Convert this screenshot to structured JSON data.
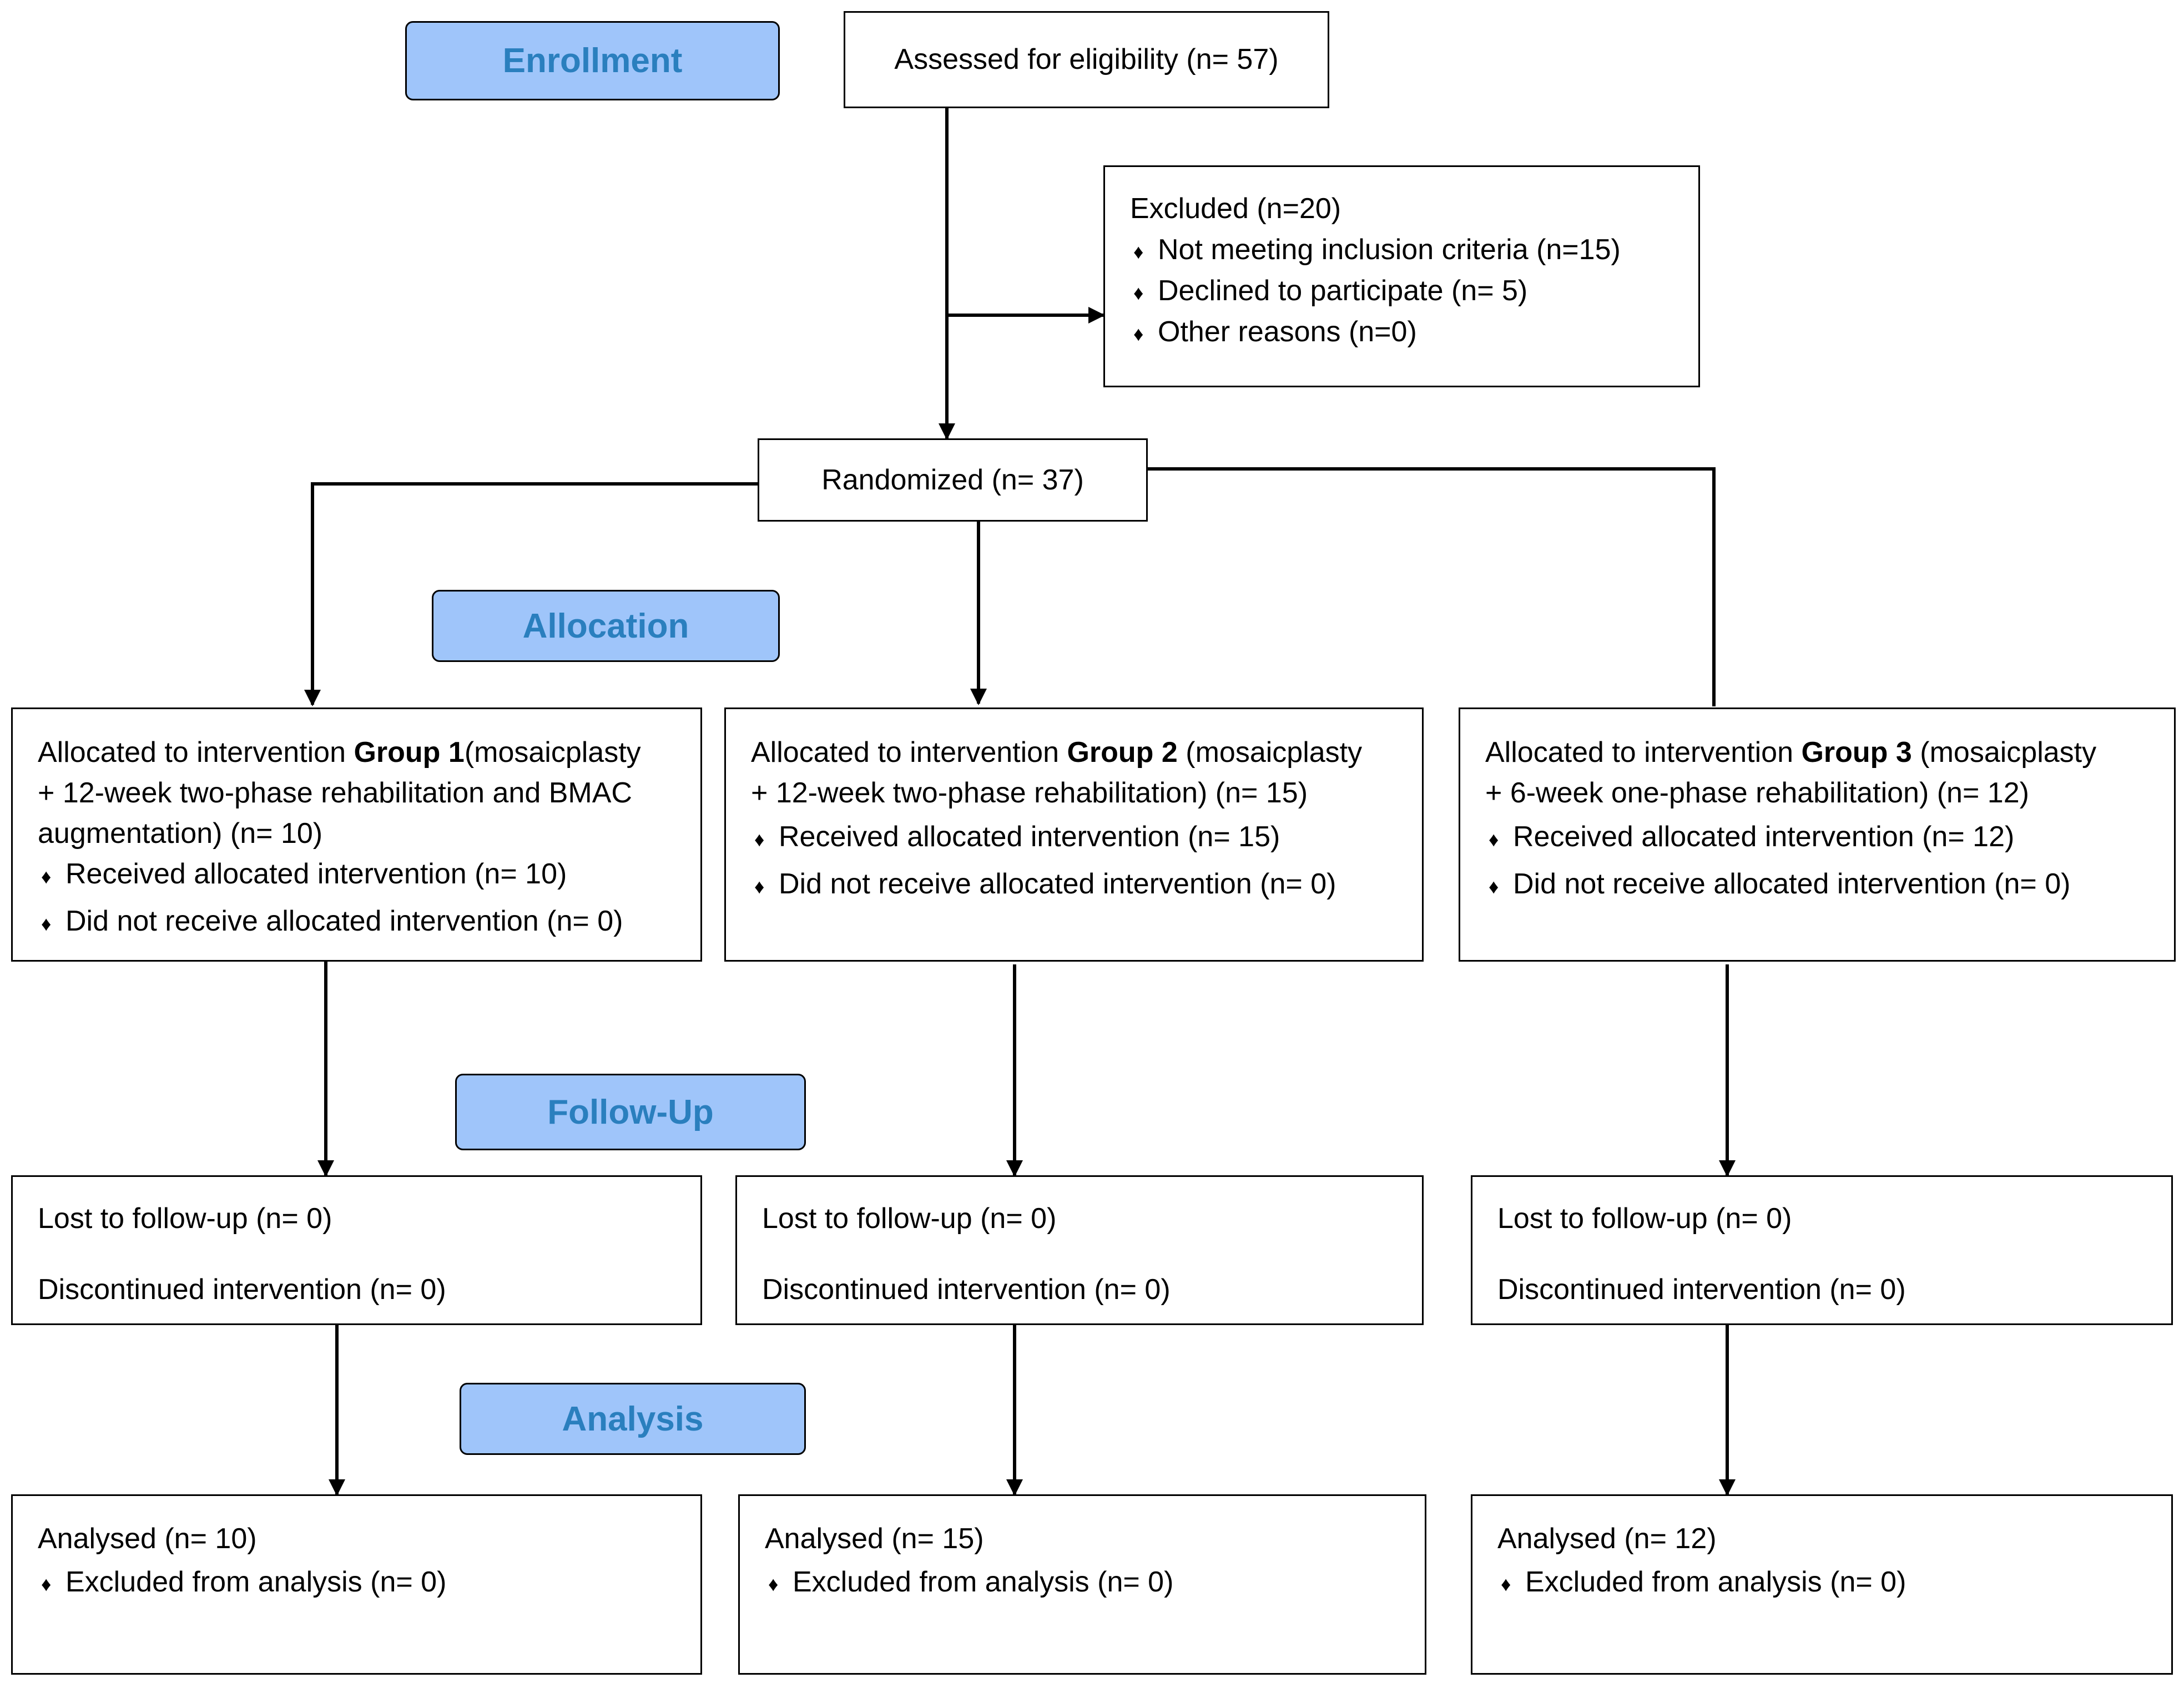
{
  "stages": {
    "enrollment": "Enrollment",
    "allocation": "Allocation",
    "follow_up": "Follow-Up",
    "analysis": "Analysis"
  },
  "assessed": "Assessed for eligibility (n= 57)",
  "excluded": {
    "title": "Excluded  (n=20)",
    "items": [
      "Not meeting inclusion criteria (n=15)",
      "Declined to participate (n= 5)",
      "Other reasons (n=0)"
    ]
  },
  "randomized": "Randomized (n= 37)",
  "allocation": [
    {
      "prefix": "Allocated to intervention ",
      "group": "Group 1",
      "desc_line1": "(mosaicplasty",
      "desc_line2": "+ 12-week two-phase rehabilitation and BMAC",
      "desc_line3": "augmentation) (n= 10)",
      "received": "Received allocated intervention (n= 10)",
      "not_received": "Did not receive allocated intervention  (n= 0)"
    },
    {
      "prefix": "Allocated to intervention ",
      "group": "Group 2",
      "desc_line1": " (mosaicplasty",
      "desc_line2": "+ 12-week two-phase rehabilitation)  (n= 15)",
      "received": "Received allocated intervention (n= 15)",
      "not_received": "Did not receive allocated intervention (n= 0)"
    },
    {
      "prefix": "Allocated to intervention ",
      "group": "Group 3",
      "desc_line1": " (mosaicplasty",
      "desc_line2": "+ 6-week one-phase rehabilitation)  (n= 12)",
      "received": "Received allocated intervention (n= 12)",
      "not_received": "Did not receive allocated intervention (n= 0)"
    }
  ],
  "follow_up": [
    {
      "lost": "Lost to follow-up (n= 0)",
      "discontinued": "Discontinued intervention (n= 0)"
    },
    {
      "lost": "Lost to follow-up (n= 0)",
      "discontinued": "Discontinued intervention (n= 0)"
    },
    {
      "lost": "Lost to follow-up (n= 0)",
      "discontinued": "Discontinued intervention (n= 0)"
    }
  ],
  "analysis": [
    {
      "analysed": "Analysed  (n= 10)",
      "excluded": "Excluded from analysis (n= 0)"
    },
    {
      "analysed": "Analysed  (n= 15)",
      "excluded": "Excluded from analysis (n= 0)"
    },
    {
      "analysed": "Analysed  (n= 12)",
      "excluded": "Excluded from analysis (n= 0)"
    }
  ]
}
